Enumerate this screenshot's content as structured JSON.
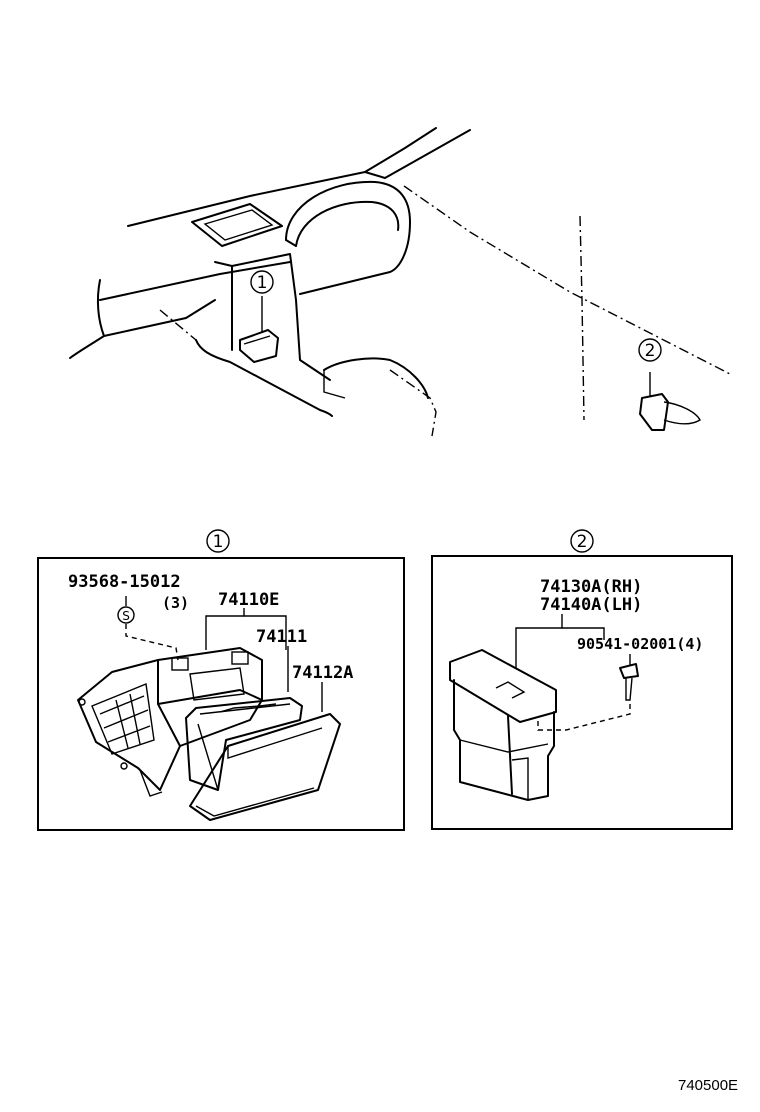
{
  "overview": {
    "callout_1": "1",
    "callout_2": "2"
  },
  "panel_1": {
    "callout": "1",
    "parts": [
      {
        "number": "93568-15012"
      },
      {
        "number": "(3)"
      },
      {
        "number": "74110E"
      },
      {
        "number": "74111"
      },
      {
        "number": "74112A"
      }
    ],
    "s_mark": "S"
  },
  "panel_2": {
    "callout": "2",
    "parts": [
      {
        "number": "74130A(RH)"
      },
      {
        "number": "74140A(LH)"
      },
      {
        "number": "90541-02001(4)"
      }
    ]
  },
  "diagram_code": "740500E"
}
